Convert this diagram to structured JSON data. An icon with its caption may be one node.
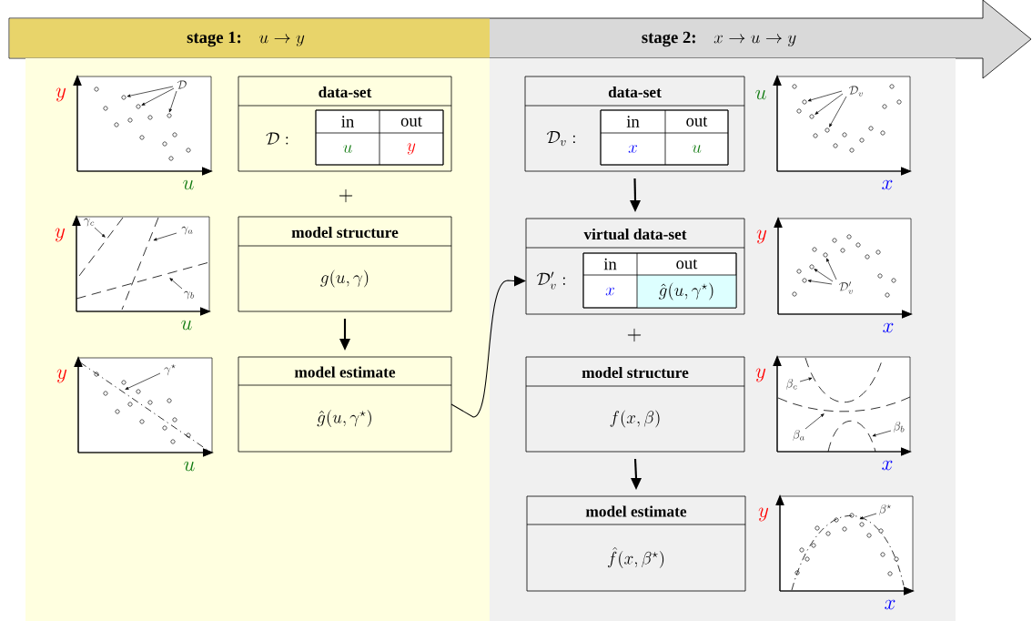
{
  "diagram": {
    "nodes": [
      {
        "text": [
          "stage 1:",
          "u \\to y"
        ]
      },
      {
        "text": [
          "\\mathcal{D}",
          "y",
          "u"
        ],
        "in": 0
      },
      {
        "text": [
          "data-set",
          "\\mathcal{D}:"
        ],
        "in": 0
      },
      {
        "text": [
          "in",
          "out",
          "u",
          "y"
        ],
        "in": 2
      },
      {
        "text": [
          "\\gamma_c",
          "\\gamma_a",
          "y",
          "\\gamma_b",
          "u"
        ],
        "in": 0
      },
      {
        "text": [
          "model structure",
          "g(u,\\gamma)"
        ],
        "in": 0
      },
      {
        "text": [
          "\\gamma^\\star",
          "y",
          "u"
        ],
        "in": 0
      },
      {
        "text": [
          "model estimate",
          "\\hat{g}(u,\\gamma^\\star)"
        ],
        "in": 0
      },
      {
        "text": [
          "stage 2:",
          "x \\to u \\to y"
        ]
      },
      {
        "text": [
          "data-set",
          "\\mathcal{D}_v:"
        ],
        "in": 8
      },
      {
        "text": [
          "in",
          "out",
          "x",
          "u"
        ],
        "in": 9
      },
      {
        "text": [
          "u",
          "\\mathcal{D}_v",
          "x"
        ],
        "in": 8
      },
      {
        "text": [
          "virtual data-set",
          "\\mathcal{D}'_v:"
        ],
        "in": 8
      },
      {
        "text": [
          "in",
          "out",
          "x",
          "\\hat{g}(u,\\gamma^\\star)"
        ],
        "in": 12
      },
      {
        "text": [
          "y",
          "\\mathcal{D}'_v",
          "x"
        ],
        "in": 8
      },
      {
        "text": [
          "model structure",
          "f(x,\\beta)"
        ],
        "in": 8
      },
      {
        "text": [
          "y",
          "\\beta_c",
          "\\beta_b",
          "\\beta_a",
          "x"
        ],
        "in": 8
      },
      {
        "text": [
          "model estimate",
          "\\hat{f}(x,\\beta^\\star)"
        ],
        "in": 8
      },
      {
        "text": [
          "y",
          "\\beta^\\star",
          "x"
        ],
        "in": 8
      }
    ],
    "edges": [
      {
        "from": 5,
        "to": 7,
        "arrow": "to"
      },
      {
        "from": 7,
        "to": 12,
        "arrow": "to"
      },
      {
        "from": 9,
        "to": 12,
        "arrow": "to"
      },
      {
        "from": 15,
        "to": 17,
        "arrow": "to"
      }
    ],
    "labels": [
      "+",
      "+"
    ]
  }
}
